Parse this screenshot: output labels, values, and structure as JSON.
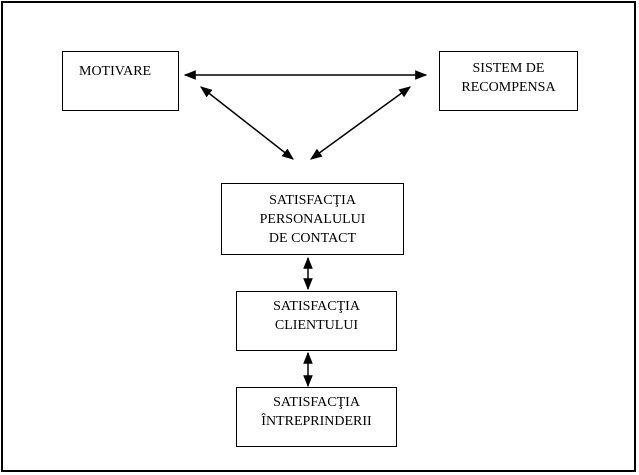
{
  "diagram": {
    "nodes": {
      "motivare": {
        "lines": [
          "MOTIVARE"
        ]
      },
      "sistem": {
        "lines": [
          "SISTEM DE",
          "RECOMPENSA"
        ]
      },
      "personal": {
        "lines": [
          "SATISFACŢIA",
          "PERSONALULUI",
          "DE CONTACT"
        ]
      },
      "client": {
        "lines": [
          "SATISFACŢIA",
          "CLIENTULUI"
        ]
      },
      "intreprindere": {
        "lines": [
          "SATISFACŢIA",
          "ÎNTREPRINDERII"
        ]
      }
    },
    "edges": [
      {
        "from": "motivare",
        "to": "sistem",
        "direction": "both"
      },
      {
        "from": "motivare",
        "to": "personal",
        "direction": "both"
      },
      {
        "from": "sistem",
        "to": "personal",
        "direction": "both"
      },
      {
        "from": "personal",
        "to": "client",
        "direction": "both"
      },
      {
        "from": "client",
        "to": "intreprindere",
        "direction": "both"
      }
    ],
    "colors": {
      "line": "#000000",
      "background": "#ffffff"
    }
  }
}
